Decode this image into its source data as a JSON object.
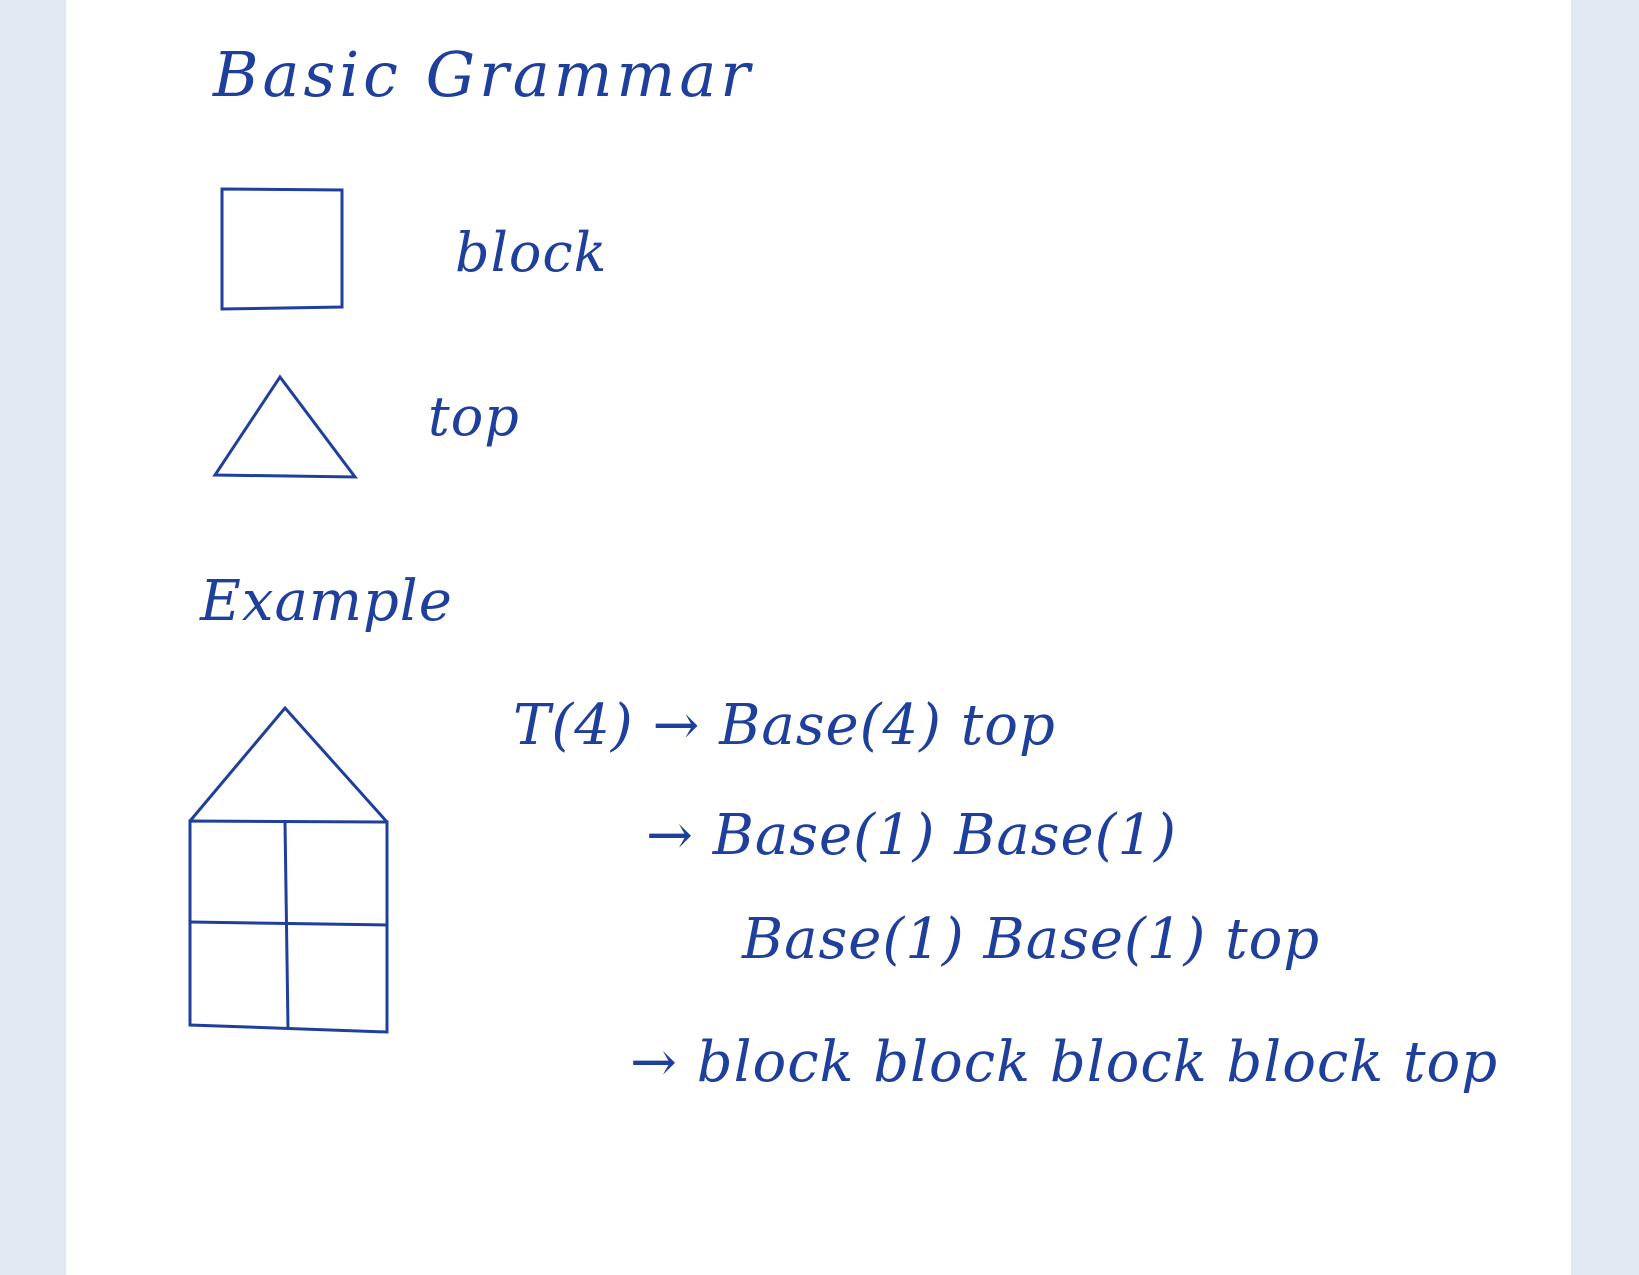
{
  "colors": {
    "background": "#e2e8f2",
    "page": "#ffffff",
    "ink": "#1f3f9c"
  },
  "heading": "Basic Grammar",
  "legend": [
    {
      "shape": "square",
      "label": "block"
    },
    {
      "shape": "triangle",
      "label": "top"
    }
  ],
  "example": {
    "heading": "Example",
    "derivation": [
      "T(4) → Base(4) top",
      "→ Base(1) Base(1)",
      "Base(1) Base(1) top",
      "→ block block block block top"
    ]
  }
}
